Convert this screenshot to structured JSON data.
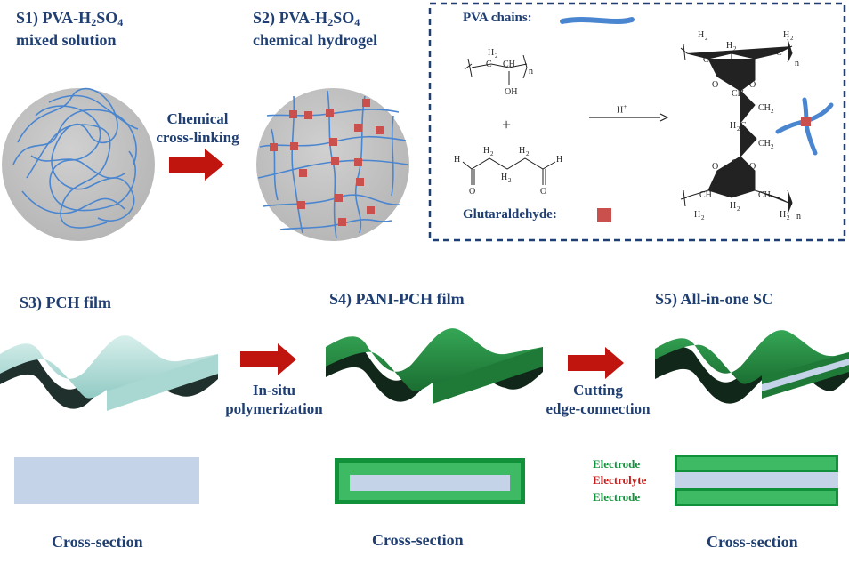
{
  "steps": {
    "s1": {
      "prefix": "S1) PVA-H",
      "sub1": "2",
      "mid": "SO",
      "sub2": "4",
      "line2": "mixed solution"
    },
    "s2": {
      "prefix": "S2) PVA-H",
      "sub1": "2",
      "mid": "SO",
      "sub2": "4",
      "line2": "chemical hydrogel"
    },
    "s3": {
      "title": "S3)  PCH film"
    },
    "s4": {
      "title": "S4) PANI-PCH  film"
    },
    "s5": {
      "title": "S5)  All-in-one  SC"
    }
  },
  "arrows": {
    "a1": {
      "line1": "Chemical",
      "line2": "cross-linking"
    },
    "a2": {
      "line1": "In-situ",
      "line2": "polymerization"
    },
    "a3": {
      "line1": "Cutting",
      "line2": "edge-connection"
    }
  },
  "legend_box": {
    "pva_chains": "PVA  chains:",
    "glutaraldehyde": "Glutaraldehyde:",
    "plus": "+",
    "catalyst": "H",
    "catalyst_sup": "+",
    "repeat_n": "n",
    "ch2": "CH",
    "h2": "H",
    "sub2": "2",
    "ch": "CH",
    "o": "O",
    "oh": "OH",
    "c": "C",
    "h": "H"
  },
  "cross_section": {
    "label_s3": "Cross-section",
    "label_s4": "Cross-section",
    "label_s5": "Cross-section",
    "electrode_top": "Electrode",
    "electrolyte": "Electrolyte",
    "electrode_bottom": "Electrode"
  },
  "colors": {
    "title_blue": "#1f3f73",
    "chain_blue": "#4a86d0",
    "crosslink_red": "#c9504c",
    "arrow_red": "#c0140f",
    "gel_gray": "#c4c4c4",
    "film_cyan": "#a9d8d2",
    "film_green": "#1f7a38",
    "electrode_green": "#11923a",
    "electrolyte_blue": "#c5d3e8",
    "electrolyte_red": "#c71a1a"
  }
}
